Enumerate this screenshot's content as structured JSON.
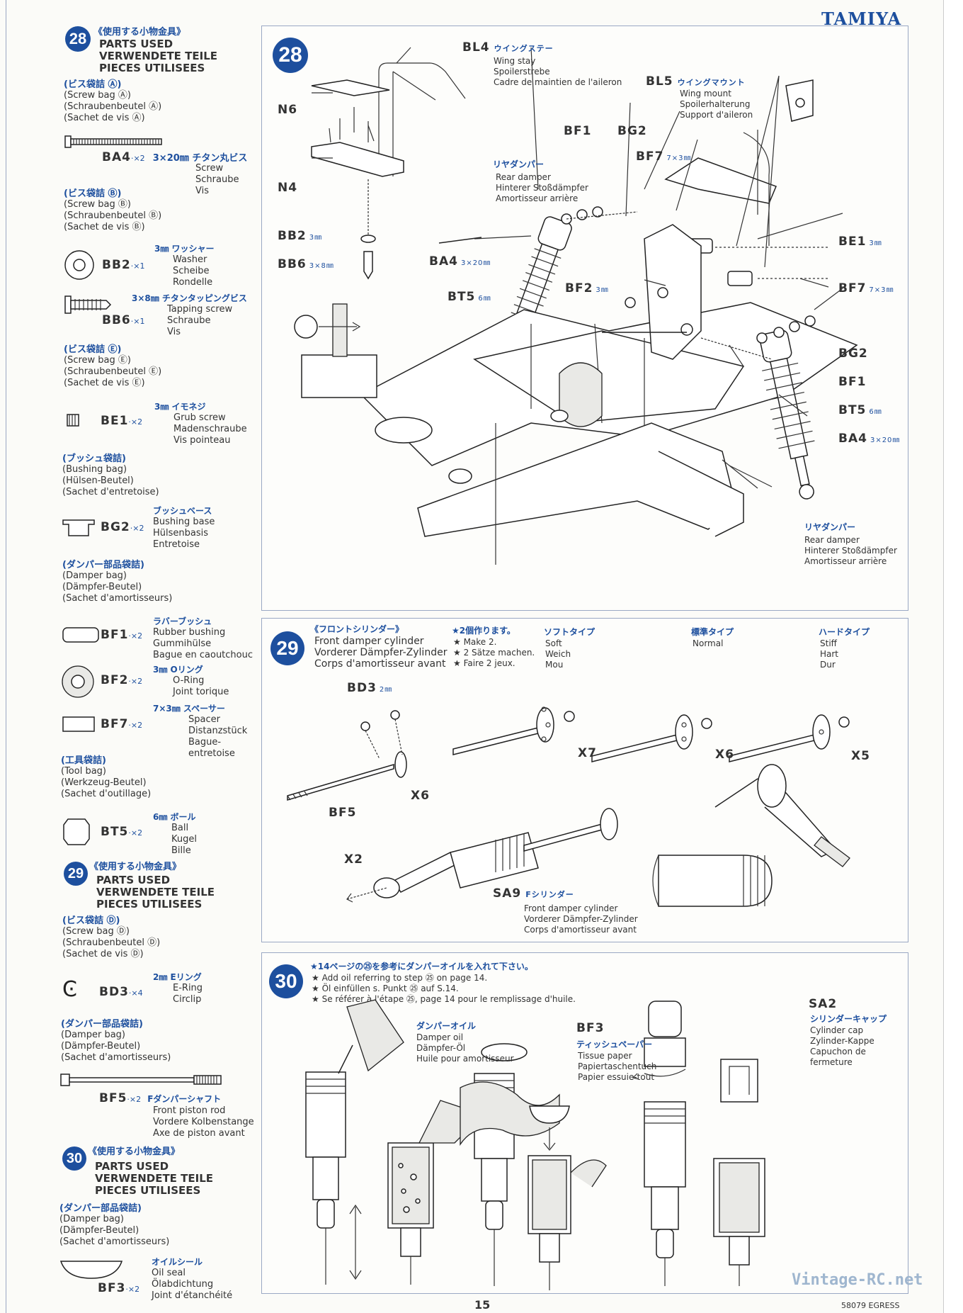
{
  "brand": "TAMIYA",
  "footer": {
    "page": "15",
    "code": "58079 EGRESS",
    "watermark": "Vintage-RC.net"
  },
  "parts_header": {
    "jp": "《使用する小物金具》",
    "en": "PARTS USED",
    "de": "VERWENDETE TEILE",
    "fr": "PIECES UTILISEES"
  },
  "sidebar": {
    "step28": {
      "num": "28",
      "bagA": {
        "jp": "(ビス袋詰 Ⓐ)",
        "en": "(Screw bag Ⓐ)",
        "de": "(Schraubenbeutel Ⓐ)",
        "fr": "(Sachet de vis Ⓐ)"
      },
      "ba4": {
        "code": "BA4",
        "qty": "·×2",
        "jp": "3×20㎜ チタン丸ビス",
        "en": "Screw",
        "de": "Schraube",
        "fr": "Vis"
      },
      "bagB": {
        "jp": "(ビス袋詰 Ⓑ)",
        "en": "(Screw bag Ⓑ)",
        "de": "(Schraubenbeutel Ⓑ)",
        "fr": "(Sachet de vis Ⓑ)"
      },
      "bb2": {
        "code": "BB2",
        "qty": "·×1",
        "jp": "3㎜ ワッシャー",
        "en": "Washer",
        "de": "Scheibe",
        "fr": "Rondelle"
      },
      "bb6": {
        "code": "BB6",
        "qty": "·×1",
        "jp": "3×8㎜ チタンタッピングビス",
        "en": "Tapping screw",
        "de": "Schraube",
        "fr": "Vis"
      },
      "bagE": {
        "jp": "(ビス袋詰 Ⓔ)",
        "en": "(Screw bag Ⓔ)",
        "de": "(Schraubenbeutel Ⓔ)",
        "fr": "(Sachet de vis Ⓔ)"
      },
      "be1": {
        "code": "BE1",
        "qty": "·×2",
        "jp": "3㎜ イモネジ",
        "en": "Grub screw",
        "de": "Madenschraube",
        "fr": "Vis pointeau"
      },
      "bushbag": {
        "jp": "(ブッシュ袋詰)",
        "en": "(Bushing bag)",
        "de": "(Hülsen-Beutel)",
        "fr": "(Sachet d'entretoise)"
      },
      "bg2": {
        "code": "BG2",
        "qty": "·×2",
        "jp": "ブッシュベース",
        "en": "Bushing base",
        "de": "Hülsenbasis",
        "fr": "Entretoise"
      },
      "damperbag": {
        "jp": "(ダンパー部品袋詰)",
        "en": "(Damper bag)",
        "de": "(Dämpfer-Beutel)",
        "fr": "(Sachet d'amortisseurs)"
      },
      "bf1": {
        "code": "BF1",
        "qty": "·×2",
        "jp": "ラバーブッシュ",
        "en": "Rubber bushing",
        "de": "Gummihülse",
        "fr": "Bague en caoutchouc"
      },
      "bf2": {
        "code": "BF2",
        "qty": "·×2",
        "jp": "3㎜ Oリング",
        "en": "O-Ring",
        "de": "Joint torique",
        "fr": ""
      },
      "bf7": {
        "code": "BF7",
        "qty": "·×2",
        "jp": "7×3㎜ スペーサー",
        "en": "Spacer",
        "de": "Distanzstück",
        "fr": "Bague-entretoise"
      },
      "toolbag": {
        "jp": "(工具袋詰)",
        "en": "(Tool bag)",
        "de": "(Werkzeug-Beutel)",
        "fr": "(Sachet d'outillage)"
      },
      "bt5": {
        "code": "BT5",
        "qty": "·×2",
        "jp": "6㎜ ボール",
        "en": "Ball",
        "de": "Kugel",
        "fr": "Bille"
      }
    },
    "step29": {
      "num": "29",
      "bagD": {
        "jp": "(ビス袋詰 Ⓓ)",
        "en": "(Screw bag Ⓓ)",
        "de": "(Schraubenbeutel Ⓓ)",
        "fr": "(Sachet de vis Ⓓ)"
      },
      "bd3": {
        "code": "BD3",
        "qty": "·×4",
        "jp": "2㎜ Eリング",
        "en": "E-Ring",
        "de": "Circlip",
        "fr": ""
      },
      "damperbag": {
        "jp": "(ダンパー部品袋詰)",
        "en": "(Damper bag)",
        "de": "(Dämpfer-Beutel)",
        "fr": "(Sachet d'amortisseurs)"
      },
      "bf5": {
        "code": "BF5",
        "qty": "·×2",
        "jp": "Fダンパーシャフト",
        "en": "Front piston rod",
        "de": "Vordere Kolbenstange",
        "fr": "Axe de piston avant"
      }
    },
    "step30": {
      "num": "30",
      "damperbag": {
        "jp": "(ダンパー部品袋詰)",
        "en": "(Damper bag)",
        "de": "(Dämpfer-Beutel)",
        "fr": "(Sachet d'amortisseurs)"
      },
      "bf3": {
        "code": "BF3",
        "qty": "·×2",
        "jp": "オイルシール",
        "en": "Oil seal",
        "de": "Ölabdichtung",
        "fr": "Joint d'étanchéité"
      }
    }
  },
  "step28": {
    "num": "28",
    "bl4": {
      "code": "BL4",
      "jp": "ウイングステー",
      "en": "Wing stay",
      "de": "Spoilerstrebe",
      "fr": "Cadre de maintien de l'aileron"
    },
    "bl5": {
      "code": "BL5",
      "jp": "ウイングマウント",
      "en": "Wing mount",
      "de": "Spoilerhalterung",
      "fr": "Support d'aileron"
    },
    "damper": {
      "jp": "リヤダンパー",
      "en": "Rear damper",
      "de": "Hinterer Stoßdämpfer",
      "fr": "Amortisseur arrière"
    },
    "labels": {
      "n6": "N6",
      "n4": "N4",
      "bb2": "BB2",
      "bb2s": "3㎜",
      "bb6": "BB6",
      "bb6s": "3×8㎜",
      "ba4": "BA4",
      "ba4s": "3×20㎜",
      "bt5": "BT5",
      "bt5s": "6㎜",
      "bf2": "BF2",
      "bf2s": "3㎜",
      "bf1": "BF1",
      "bg2": "BG2",
      "bf7": "BF7",
      "bf7s": "7×3㎜",
      "be1": "BE1",
      "be1s": "3㎜"
    }
  },
  "step29": {
    "num": "29",
    "title": {
      "jp": "《フロントシリンダー》",
      "en": "Front damper cylinder",
      "de": "Vorderer Dämpfer-Zylinder",
      "fr": "Corps d'amortisseur avant"
    },
    "make": {
      "jp": "★2個作ります。",
      "en": "★ Make 2.",
      "de": "★ 2 Sätze machen.",
      "fr": "★ Faire 2 jeux."
    },
    "soft": {
      "jp": "ソフトタイプ",
      "en": "Soft",
      "de": "Weich",
      "fr": "Mou"
    },
    "normal": {
      "jp": "標準タイプ",
      "en": "Normal"
    },
    "hard": {
      "jp": "ハードタイプ",
      "en": "Stiff",
      "de": "Hart",
      "fr": "Dur"
    },
    "labels": {
      "bd3": "BD3",
      "bd3s": "2㎜",
      "bf5": "BF5",
      "x6": "X6",
      "x7": "X7",
      "x6b": "X6",
      "x5": "X5",
      "x2": "X2",
      "sa9": "SA9"
    },
    "sa9": {
      "jp": "Fシリンダー",
      "en": "Front damper cylinder",
      "de": "Vorderer Dämpfer-Zylinder",
      "fr": "Corps d'amortisseur avant"
    }
  },
  "step30": {
    "num": "30",
    "note": {
      "jp": "★14ページの㉕を参考にダンパーオイルを入れて下さい。",
      "en": "★ Add oil referring to step ㉕ on page 14.",
      "de": "★ Öl einfüllen s. Punkt ㉕ auf S.14.",
      "fr": "★ Se référer à l'étape ㉕, page 14 pour le remplissage d'huile."
    },
    "oil": {
      "jp": "ダンパーオイル",
      "en": "Damper oil",
      "de": "Dämpfer-Öl",
      "fr": "Huile pour amortisseur"
    },
    "bf3": {
      "code": "BF3",
      "jp": "ティッシュペーパー",
      "en": "Tissue paper",
      "de": "Papiertaschentuch",
      "fr": "Papier essuie-tout"
    },
    "sa2": {
      "code": "SA2",
      "jp": "シリンダーキャップ",
      "en": "Cylinder cap",
      "de": "Zylinder-Kappe",
      "fr": "Capuchon de fermeture"
    }
  }
}
